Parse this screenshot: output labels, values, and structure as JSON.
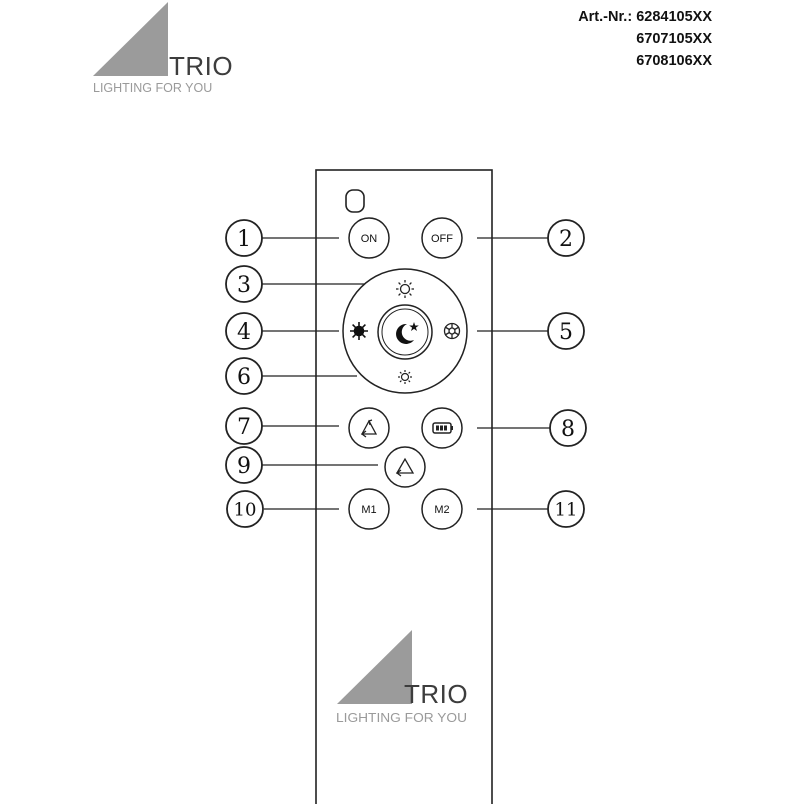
{
  "header_logo": {
    "word": "TRIO",
    "tagline": "LIGHTING FOR YOU"
  },
  "article_numbers": {
    "label": "Art.-Nr.:",
    "codes": [
      "6284105XX",
      "6707105XX",
      "6708106XX"
    ]
  },
  "remote": {
    "on_label": "ON",
    "off_label": "OFF",
    "m1_label": "M1",
    "m2_label": "M2",
    "logo_word": "TRIO",
    "logo_tagline": "LIGHTING FOR YOU"
  },
  "callouts": [
    "1",
    "2",
    "3",
    "4",
    "5",
    "6",
    "7",
    "8",
    "9",
    "10",
    "11"
  ],
  "colors": {
    "logo_gray": "#9b9b9b",
    "ink": "#111111"
  },
  "icons": [
    "led-indicator-icon",
    "brightness-up-icon",
    "warm-light-icon",
    "night-mode-icon",
    "cold-light-icon",
    "brightness-down-icon",
    "scene-cycle-icon",
    "battery-icon",
    "scene-icon"
  ]
}
